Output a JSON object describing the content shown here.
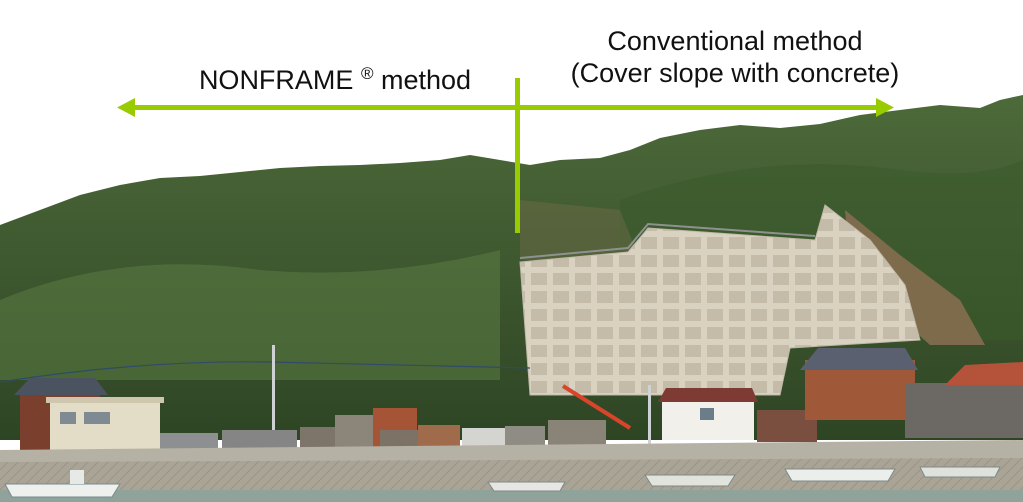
{
  "annotations": {
    "left_label": "NONFRAME",
    "left_label_mark": "®",
    "left_label_suffix": "method",
    "right_label_line1": "Conventional method",
    "right_label_line2": "(Cover slope with concrete)",
    "arrow_color": "#99cc00"
  },
  "scene": {
    "description": "Forested hillside above a harbor; left side natural vegetation, right side concrete grid-covered slope; houses, seawall, and small fishing boats along the water",
    "colors": {
      "sky": "#ffffff",
      "forest_dark": "#2f4a25",
      "forest_mid": "#4a6b35",
      "concrete": "#d6cfbd",
      "seawall": "#a9a497",
      "water": "#8fa39a"
    }
  }
}
